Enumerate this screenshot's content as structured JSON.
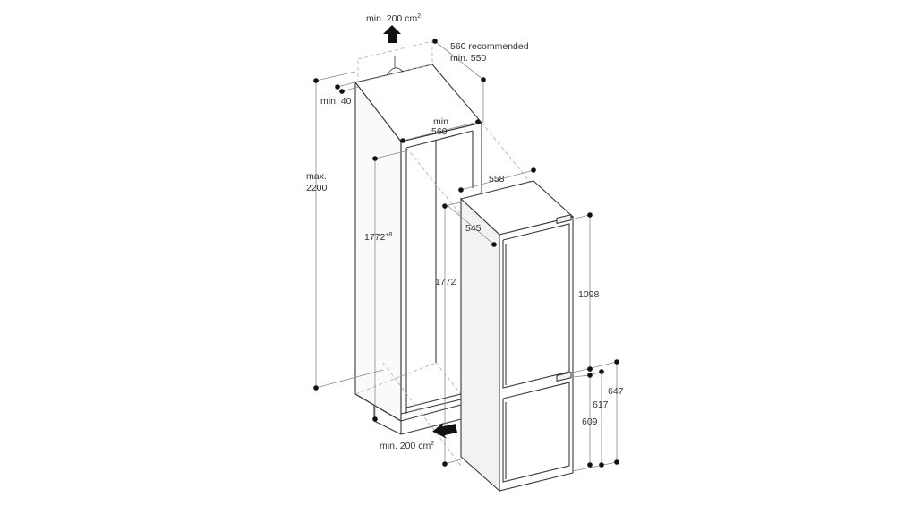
{
  "diagram": {
    "type": "built-in fridge-freezer installation drawing",
    "labels": {
      "vent_top": "min. 200 cm",
      "vent_top_sup": "2",
      "depth_rec": "560 recommended",
      "depth_min": "min. 550",
      "gap_top": "min. 40",
      "niche_width_a": "min.",
      "niche_width_b": "560",
      "max_height_a": "max.",
      "max_height_b": "2200",
      "niche_height": "1772",
      "niche_height_sup": "+8",
      "appliance_width": "558",
      "appliance_depth": "545",
      "appliance_height": "1772",
      "upper_door": "1098",
      "dim_647": "647",
      "dim_617": "617",
      "dim_609": "609",
      "vent_bottom": "min. 200 cm",
      "vent_bottom_sup": "2"
    },
    "colors": {
      "line": "#3a3a3a",
      "dim_line": "#8a8a8a",
      "face_fill": "#f3f3f3",
      "arrow": "#111111"
    }
  }
}
